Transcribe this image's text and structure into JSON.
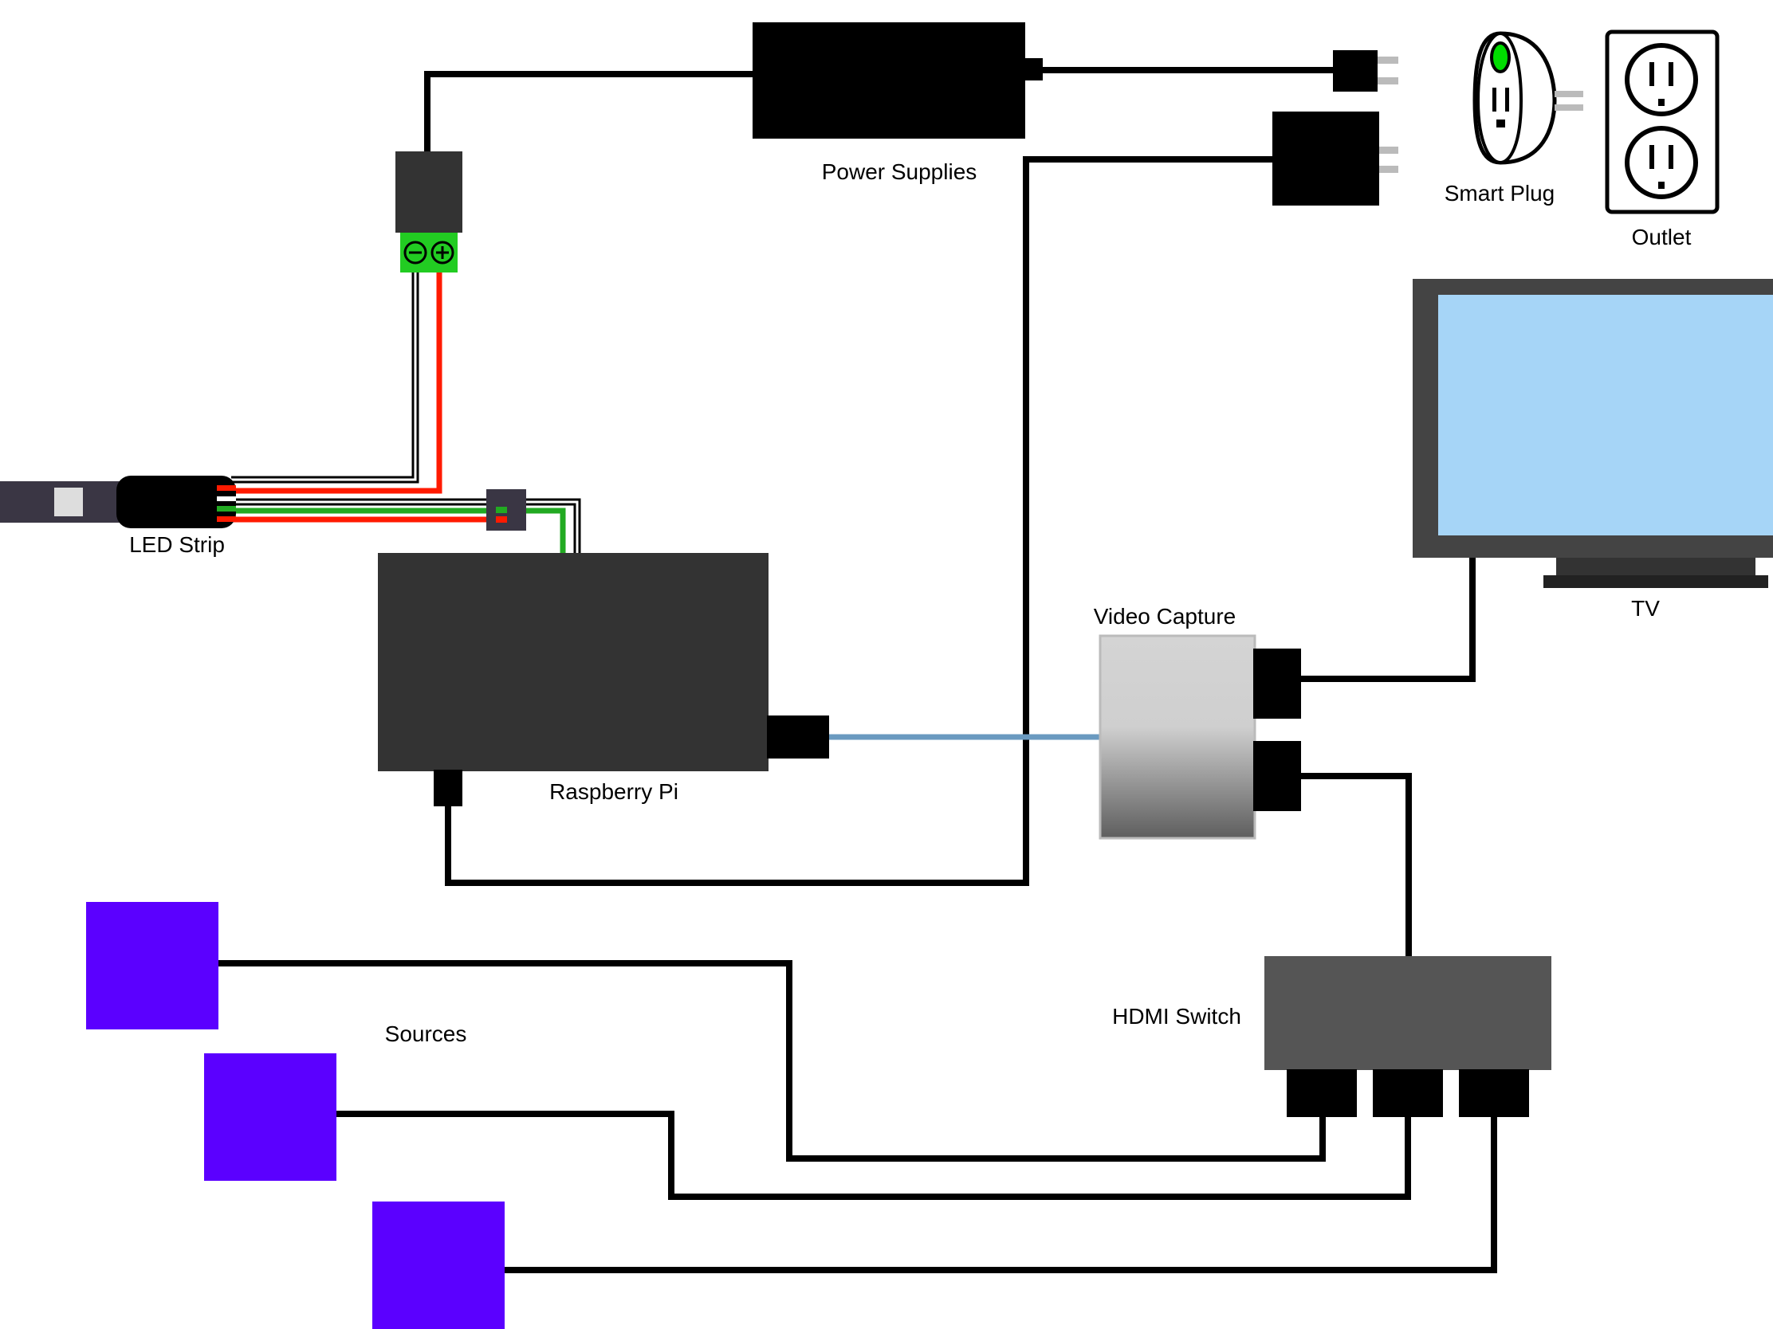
{
  "labels": {
    "power_supplies": "Power Supplies",
    "smart_plug": "Smart Plug",
    "outlet": "Outlet",
    "tv": "TV",
    "led_strip": "LED Strip",
    "raspberry_pi": "Raspberry Pi",
    "video_capture": "Video Capture",
    "hdmi_switch": "HDMI Switch",
    "sources": "Sources"
  },
  "colors": {
    "cable": "#000000",
    "device_dark": "#333333",
    "hdmi_switch": "#555555",
    "terminal_block": "#22cc22",
    "wire_red": "#ff1a00",
    "wire_green": "#22aa22",
    "usb_cable": "#6a9ac0",
    "tv_screen": "#a6d5f7",
    "tv_frame": "#444444",
    "source_device": "#5b00ff",
    "smart_plug_led": "#00dd00",
    "led_strip_body": "#3a3644"
  },
  "icons": [
    "plug-icon",
    "power-adapter-icon",
    "smart-plug-icon",
    "outlet-icon",
    "tv-icon",
    "terminal-block-icon"
  ]
}
